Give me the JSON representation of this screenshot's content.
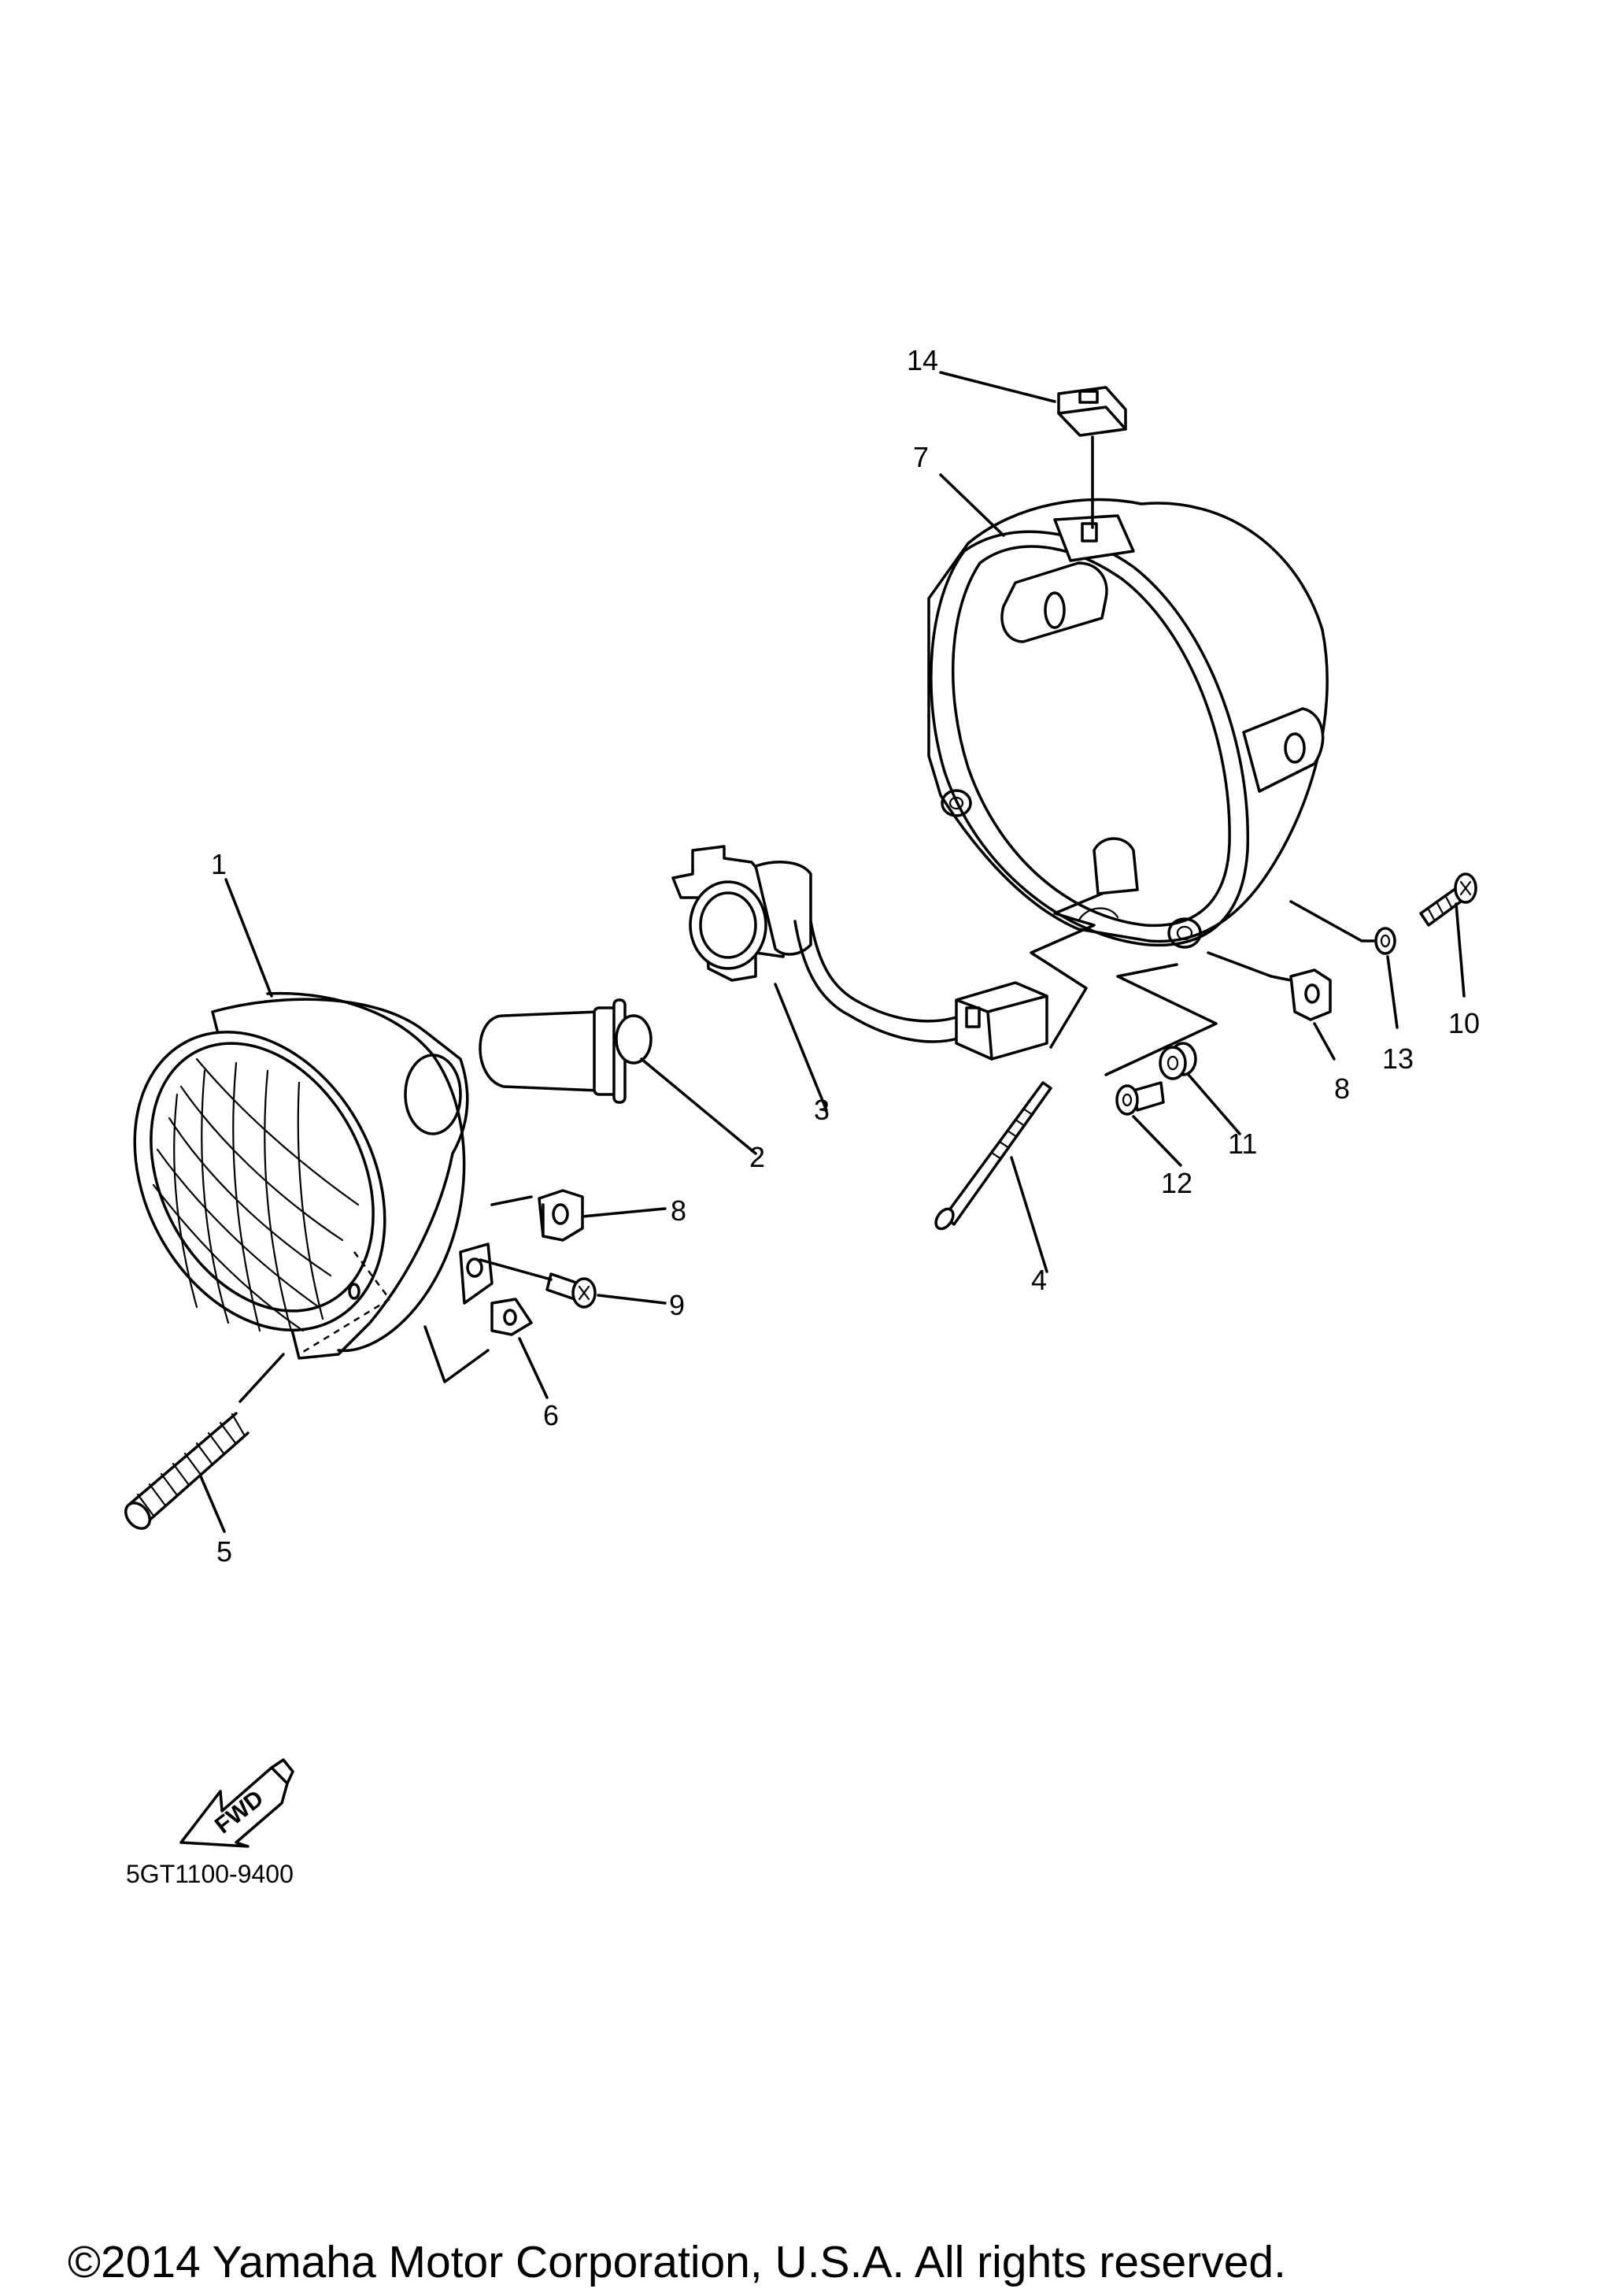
{
  "diagram": {
    "callouts": [
      {
        "id": "callout-1",
        "label": "1"
      },
      {
        "id": "callout-2",
        "label": "2"
      },
      {
        "id": "callout-3",
        "label": "3"
      },
      {
        "id": "callout-4",
        "label": "4"
      },
      {
        "id": "callout-5",
        "label": "5"
      },
      {
        "id": "callout-6",
        "label": "6"
      },
      {
        "id": "callout-7",
        "label": "7"
      },
      {
        "id": "callout-8a",
        "label": "8"
      },
      {
        "id": "callout-8b",
        "label": "8"
      },
      {
        "id": "callout-9",
        "label": "9"
      },
      {
        "id": "callout-10",
        "label": "10"
      },
      {
        "id": "callout-11",
        "label": "11"
      },
      {
        "id": "callout-12",
        "label": "12"
      },
      {
        "id": "callout-13",
        "label": "13"
      },
      {
        "id": "callout-14",
        "label": "14"
      }
    ],
    "fwd_label": "FWD",
    "drawing_code": "5GT1100-9400"
  },
  "footer": {
    "copyright": "©2014 Yamaha Motor Corporation, U.S.A. All rights reserved."
  }
}
